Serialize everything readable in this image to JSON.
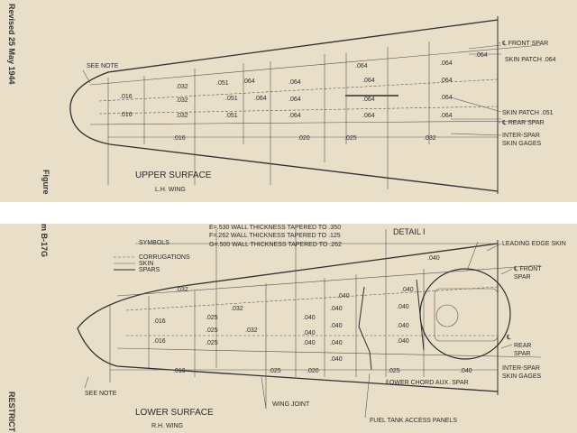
{
  "margin": {
    "revised": "Revised 25 May 1944",
    "figure": "Figure",
    "model": "m B-17G",
    "restricted": "RESTRICT"
  },
  "upper": {
    "see_note": "SEE NOTE",
    "title": "UPPER SURFACE",
    "subtitle": "L.H. WING",
    "front_spar": "- ℄ FRONT SPAR",
    "skin_patch_064": "SKIN PATCH .064",
    "skin_patch_051": "SKIN PATCH .051",
    "rear_spar": "- ℄ REAR SPAR",
    "inter_spar_1": "INTER-SPAR",
    "inter_spar_2": "SKIN GAGES",
    "gages": {
      "a": ".016",
      "b": ".016",
      "c": ".032",
      "d": ".032",
      "e": ".032",
      "f": ".051",
      "g": ".051",
      "h": ".051",
      "i": ".064",
      "j": ".064",
      "k": ".064",
      "l": ".064",
      "m": ".064",
      "n": ".064",
      "o": ".064",
      "p": ".064",
      "q": ".064",
      "r": ".064",
      "s": ".064",
      "t": ".064",
      "u": ".064",
      "v": ".064"
    },
    "dims": {
      "d1": ".016",
      "d2": ".020",
      "d3": ".025",
      "d4": ".032"
    }
  },
  "lower": {
    "note_e": "E=.530 WALL THICKNESS TAPERED TO .350",
    "note_f": "F=.262 WALL THICKNESS TAPERED TO .125",
    "note_g": "G=.500 WALL THICKNESS TAPERED TO .262",
    "detail": "DETAIL I",
    "symbols_title": "SYMBOLS",
    "sym_corrugations": "CORRUGATIONS",
    "sym_skin": "SKIN",
    "sym_spars": "SPARS",
    "leading_edge": "LEADING EDGE SKIN",
    "front_1": "℄ FRONT",
    "front_2": "SPAR",
    "rear_1": "℄",
    "rear_2": "REAR",
    "rear_3": "SPAR",
    "inter_spar_1": "INTER-SPAR",
    "inter_spar_2": "SKIN GAGES",
    "see_note": "SEE NOTE",
    "title": "LOWER SURFACE",
    "subtitle": "R.H. WING",
    "wing_joint": "WING JOINT",
    "fuel_panels": "FUEL TANK ACCESS PANELS",
    "aux_spar": "LOWER CHORD AUX. SPAR",
    "gages": {
      "a": ".040",
      "b": ".032",
      "c": ".040",
      "d": ".040",
      "e": ".016",
      "f": ".025",
      "g": ".032",
      "h": ".040",
      "i": ".040",
      "j": ".040",
      "k": ".016",
      "l": ".025",
      "m": ".032",
      "n": ".040",
      "o": ".040",
      "p": ".040",
      "q": ".025",
      "r": ".040",
      "s": ".040",
      "t": ".040",
      "u": ".040"
    },
    "dims": {
      "d1": ".016",
      "d2": ".025",
      "d3": ".020",
      "d4": ".025",
      "d5": ".040"
    }
  },
  "colors": {
    "paper": "#e9dfc9",
    "ink": "#2b2b2b",
    "band": "#ffffff"
  }
}
